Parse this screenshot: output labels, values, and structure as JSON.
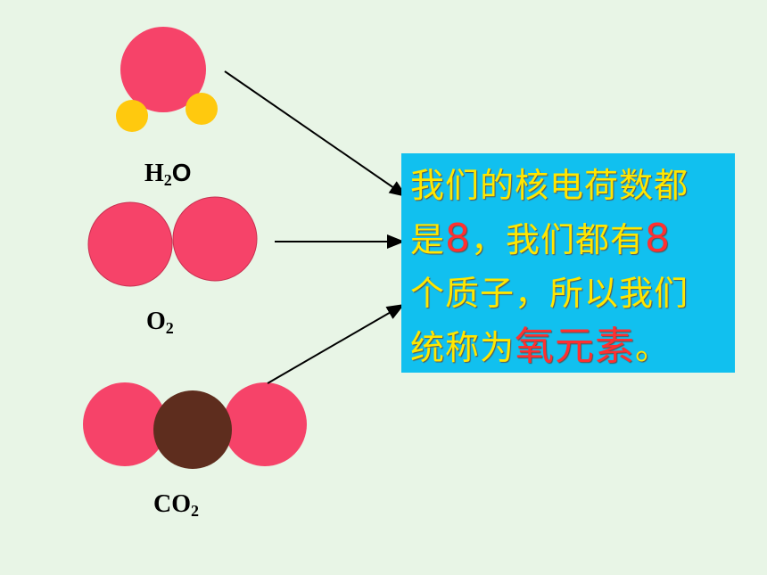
{
  "molecules": {
    "h2o": {
      "formula_main": "H",
      "formula_sub": "2",
      "formula_tail": "O"
    },
    "o2": {
      "formula_main": "O",
      "formula_sub": "2"
    },
    "co2": {
      "formula_main": "CO",
      "formula_sub": "2"
    }
  },
  "colors": {
    "background": "#e8f5e6",
    "oxygen_atom": "#f64369",
    "hydrogen_atom": "#ffc90e",
    "carbon_atom": "#5e2d1e",
    "textbox_bg": "#11c0ef",
    "text_main": "#ffe600",
    "text_highlight": "#ff3030",
    "arrow": "#000000"
  },
  "textbox": {
    "line1": "我们的核电荷数都",
    "line2_a": "是",
    "line2_num": "8",
    "line2_b": "，我们都有",
    "line2_num2": "8",
    "line3": "个质子，所以我们",
    "line4_a": "统称为",
    "line4_term": "氧元素",
    "line4_end": "。"
  }
}
